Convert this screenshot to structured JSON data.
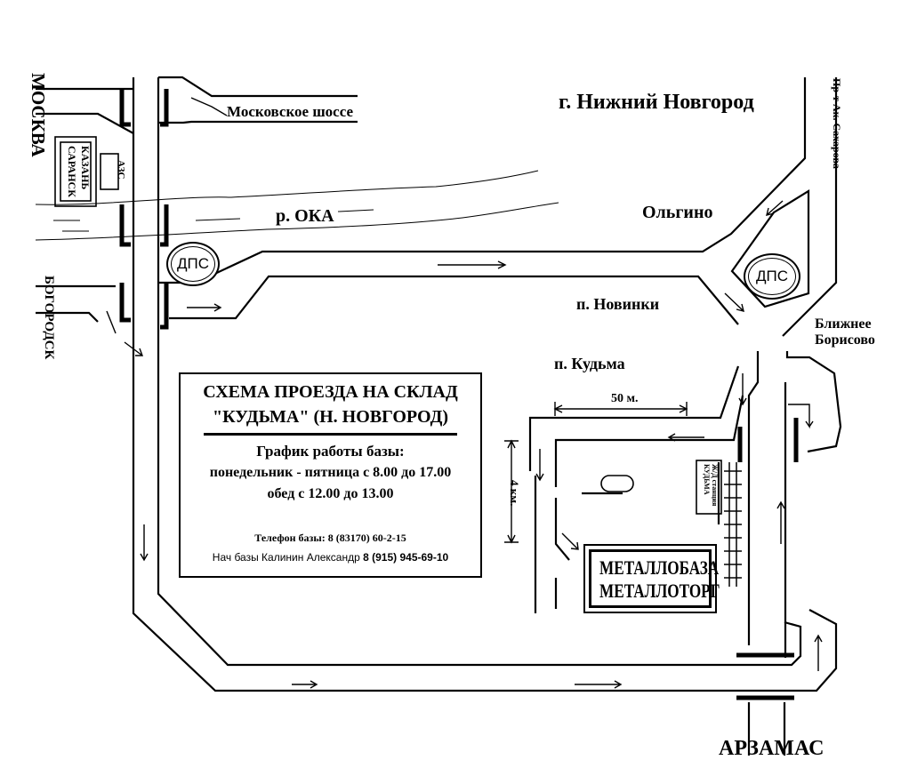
{
  "city_title": "г. Нижний Новгород",
  "places": {
    "moscow_highway": "Московское шоссе",
    "river": "р. ОКА",
    "olgino": "Ольгино",
    "novinki": "п. Новинки",
    "kudma": "п. Кудьма",
    "blizhnee_line1": "Ближнее",
    "blizhnee_line2": "Борисово",
    "arzamas": "АРЗАМАС",
    "moskva": "МОСКВА",
    "bogorodsk": "БОГОРОДСК",
    "kazan": "КАЗАНЬ",
    "saransk": "САРАНСК",
    "azs": "АЗС",
    "sakharova": "Пр-т Ак. Сахарова",
    "rail_station_line1": "Ж/Д станция",
    "rail_station_line2": "КУДЬМА"
  },
  "posts": {
    "dps_left": "ДПС",
    "dps_right": "ДПС"
  },
  "measures": {
    "horizontal": "50 м.",
    "vertical": "4 км."
  },
  "info": {
    "title_line1": "СХЕМА ПРОЕЗДА НА СКЛАД",
    "title_line2": "\"КУДЬМА\" (Н. НОВГОРОД)",
    "schedule_title": "График работы базы:",
    "schedule_days": "понедельник - пятница с 8.00 до 17.00",
    "schedule_lunch": "обед с 12.00 до 13.00",
    "phone": "Телефон базы: 8 (83170) 60-2-15",
    "head_label": "Нач базы Калинин Александр",
    "head_phone": "8 (915) 945-69-10"
  },
  "destination": {
    "line1": "МЕТАЛЛОБАЗА",
    "line2": "МЕТАЛЛОТОРГ"
  }
}
